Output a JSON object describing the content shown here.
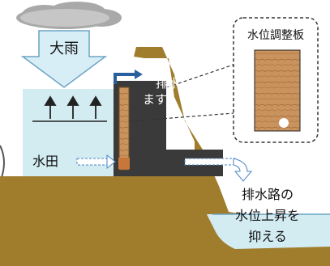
{
  "labels": {
    "heavy_rain": "大雨",
    "drain_box_line1": "排水",
    "drain_box_line2": "ます",
    "paddy": "水田",
    "board_title": "水位調整板",
    "drain_channel_line1": "排水路の",
    "drain_channel_line2": "水位上昇を",
    "drain_channel_line3": "抑える"
  },
  "colors": {
    "soil": "#a07d2c",
    "paddy_water": "#d2ecf2",
    "channel_water": "#d2ecf2",
    "drain_box": "#3a3a3a",
    "board_wood": "#c9935e",
    "cloud": "#a9a9a9",
    "rain_arrow": "#d8eef6"
  }
}
